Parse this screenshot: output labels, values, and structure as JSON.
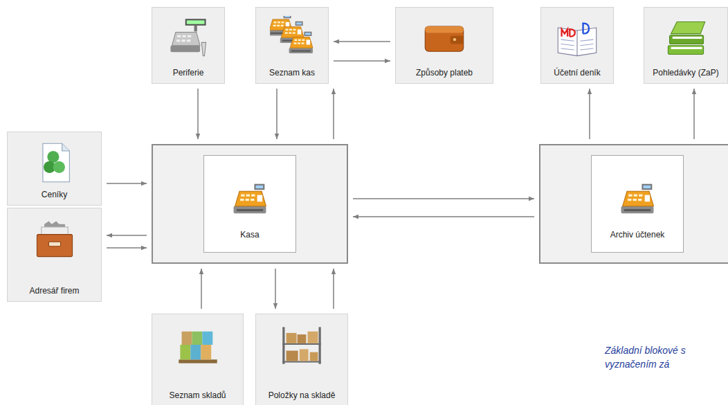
{
  "diagram": {
    "caption": "Základní blokové s vyznačením zá",
    "nodes": [
      {
        "text": [
          "Periferie"
        ]
      },
      {
        "text": [
          "Seznam kas"
        ]
      },
      {
        "text": [
          "Způsoby plateb"
        ]
      },
      {
        "text": [
          "Účetní deník"
        ]
      },
      {
        "text": [
          "Pohledávky (ZaP)"
        ]
      },
      {
        "text": [
          "Ceníky"
        ]
      },
      {
        "text": [
          "Adresář firem"
        ]
      },
      {
        "text": [
          "Kasa"
        ]
      },
      {
        "text": [
          "Archiv účtenek"
        ]
      },
      {
        "text": [
          "Seznam skladů"
        ]
      },
      {
        "text": [
          "Položky na skladě"
        ]
      }
    ],
    "edges": [
      {
        "from": 0,
        "to": 7,
        "arrow": "to"
      },
      {
        "from": 1,
        "to": 7,
        "arrow": "to"
      },
      {
        "from": 7,
        "to": 1,
        "arrow": "to"
      },
      {
        "from": 2,
        "to": 1,
        "arrow": "to"
      },
      {
        "from": 1,
        "to": 2,
        "arrow": "to"
      },
      {
        "from": 8,
        "to": 3,
        "arrow": "to"
      },
      {
        "from": 8,
        "to": 4,
        "arrow": "to"
      },
      {
        "from": 5,
        "to": 7,
        "arrow": "to"
      },
      {
        "from": 7,
        "to": 6,
        "arrow": "to"
      },
      {
        "from": 6,
        "to": 7,
        "arrow": "to"
      },
      {
        "from": 7,
        "to": 8,
        "arrow": "to"
      },
      {
        "from": 8,
        "to": 7,
        "arrow": "to"
      },
      {
        "from": 9,
        "to": 7,
        "arrow": "to"
      },
      {
        "from": 7,
        "to": 10,
        "arrow": "to"
      },
      {
        "from": 10,
        "to": 7,
        "arrow": "to"
      }
    ]
  }
}
